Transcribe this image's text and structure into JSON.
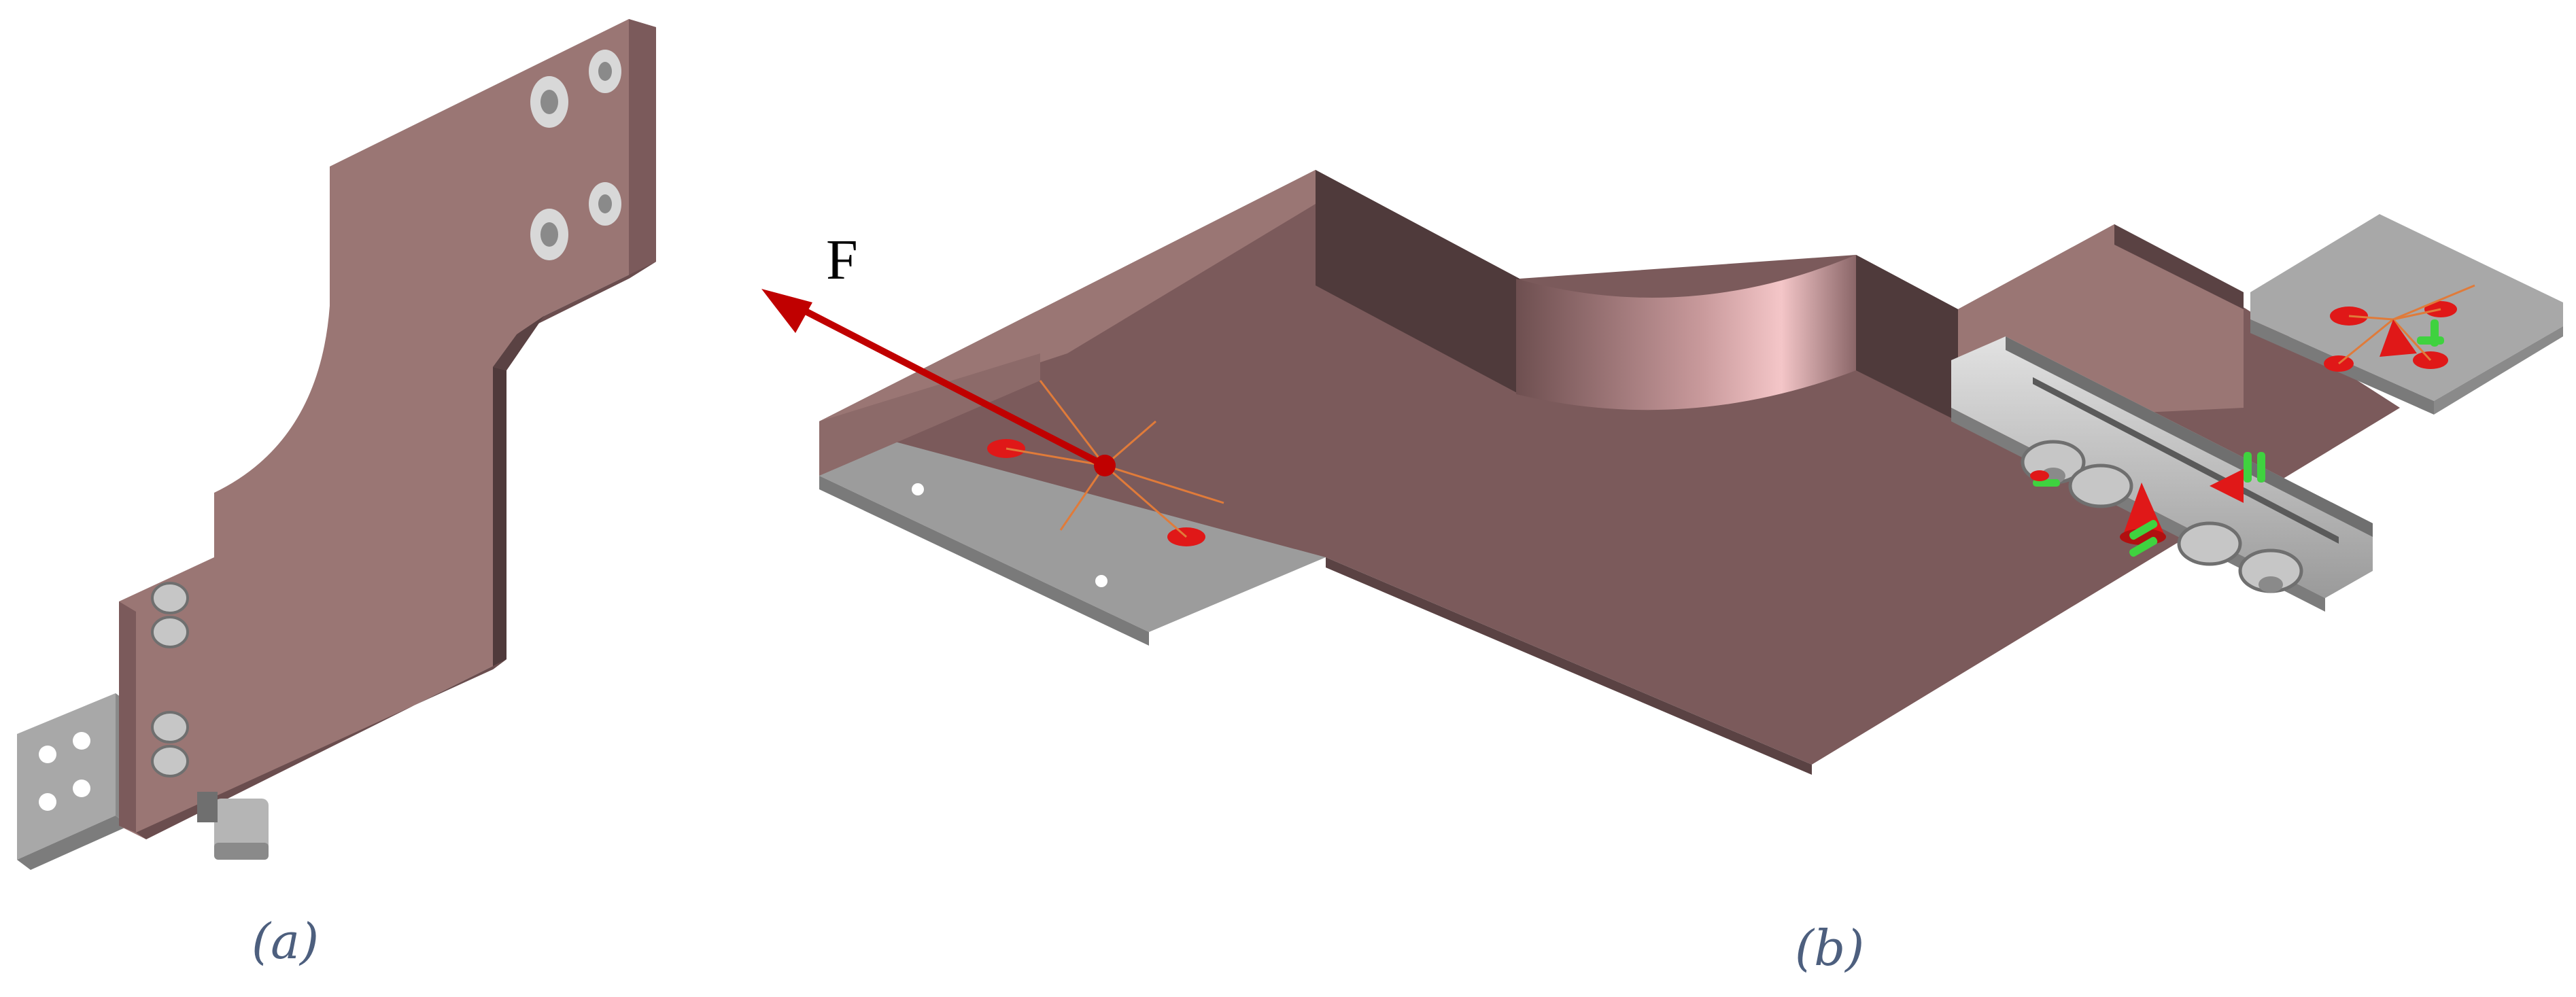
{
  "colors": {
    "copper_top": "#9a7674",
    "copper_side": "#7b5a5b",
    "copper_dark": "#4f3a3b",
    "copper_highlight": "#f2c2c4",
    "metal_light": "#c9c9c9",
    "metal_mid": "#9c9c9c",
    "metal_dark": "#6f6f6f",
    "force_red": "#c00000",
    "constraint_red": "#e01818",
    "constraint_green": "#3fd23f",
    "caption": "#4d5f7e"
  },
  "labels": {
    "force": "F",
    "caption_a": "(a)",
    "caption_b": "(b)"
  },
  "icons": {
    "force_arrow": "arrow-icon",
    "fixed_support": "cone-support-icon",
    "displacement_constraint": "green-arrow-icon"
  }
}
